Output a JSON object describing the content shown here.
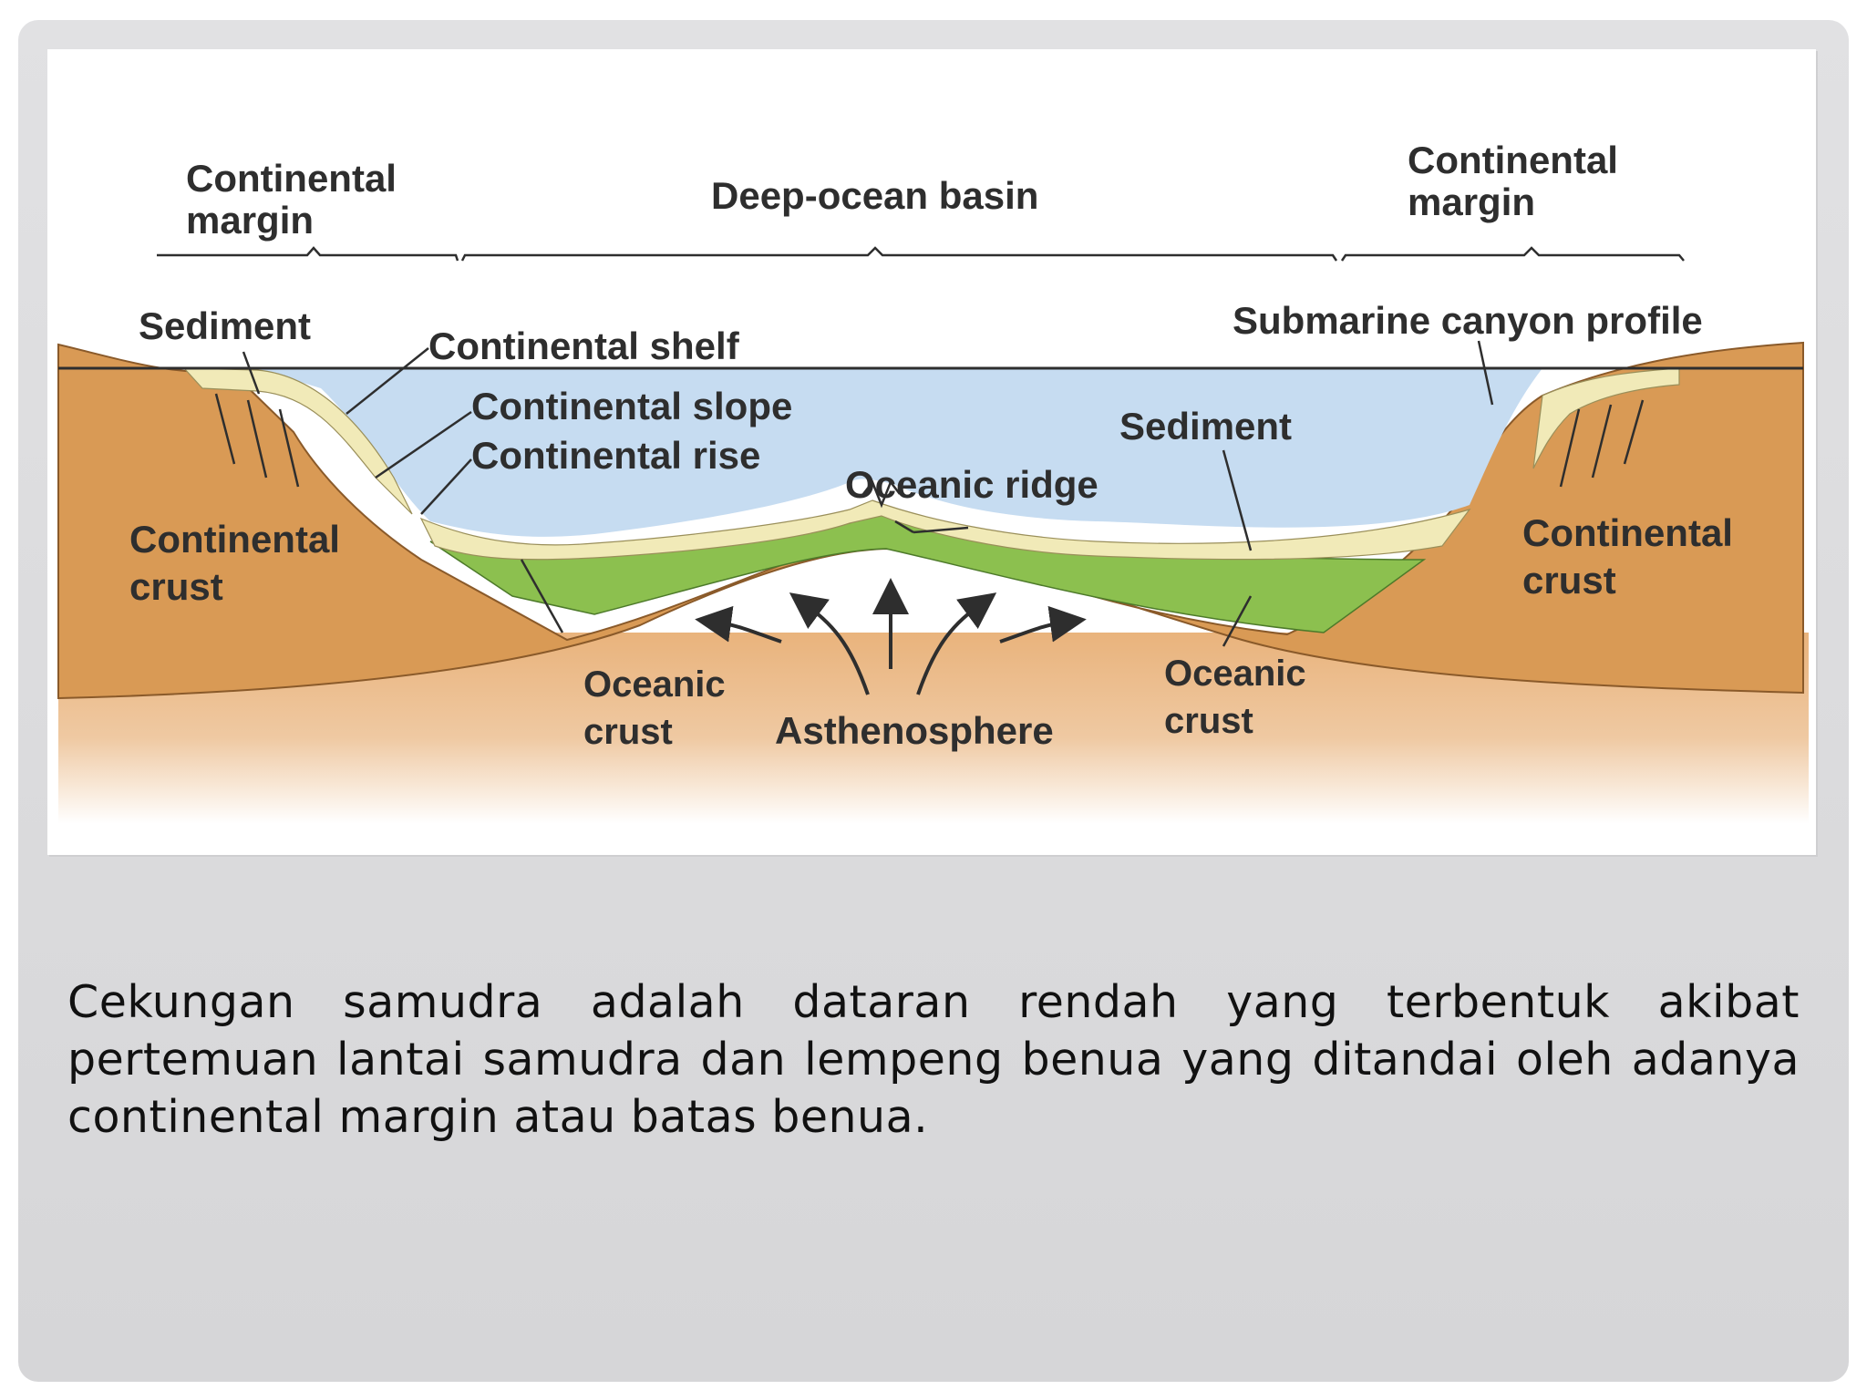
{
  "diagram": {
    "labels": {
      "continental_margin_left_1": "Continental",
      "continental_margin_left_2": "margin",
      "deep_ocean_basin": "Deep-ocean basin",
      "continental_margin_right_1": "Continental",
      "continental_margin_right_2": "margin",
      "sediment_left": "Sediment",
      "continental_shelf": "Continental shelf",
      "submarine_canyon_profile": "Submarine canyon profile",
      "continental_slope": "Continental slope",
      "continental_rise": "Continental rise",
      "sediment_right": "Sediment",
      "oceanic_ridge": "Oceanic ridge",
      "continental_crust_left_1": "Continental",
      "continental_crust_left_2": "crust",
      "continental_crust_right_1": "Continental",
      "continental_crust_right_2": "crust",
      "oceanic_crust_left_1": "Oceanic",
      "oceanic_crust_left_2": "crust",
      "asthenosphere": "Asthenosphere",
      "oceanic_crust_right_1": "Oceanic",
      "oceanic_crust_right_2": "crust"
    },
    "colors": {
      "continental_crust": "#d99a55",
      "ocean_water": "#c6dcf1",
      "sediment": "#f1eab8",
      "oceanic_crust": "#8cc04f",
      "asthenosphere": "#e6b07a"
    }
  },
  "caption": "Cekungan samudra adalah dataran rendah yang terbentuk akibat pertemuan lantai samudra dan lempeng benua yang ditandai oleh adanya continental margin atau batas benua."
}
